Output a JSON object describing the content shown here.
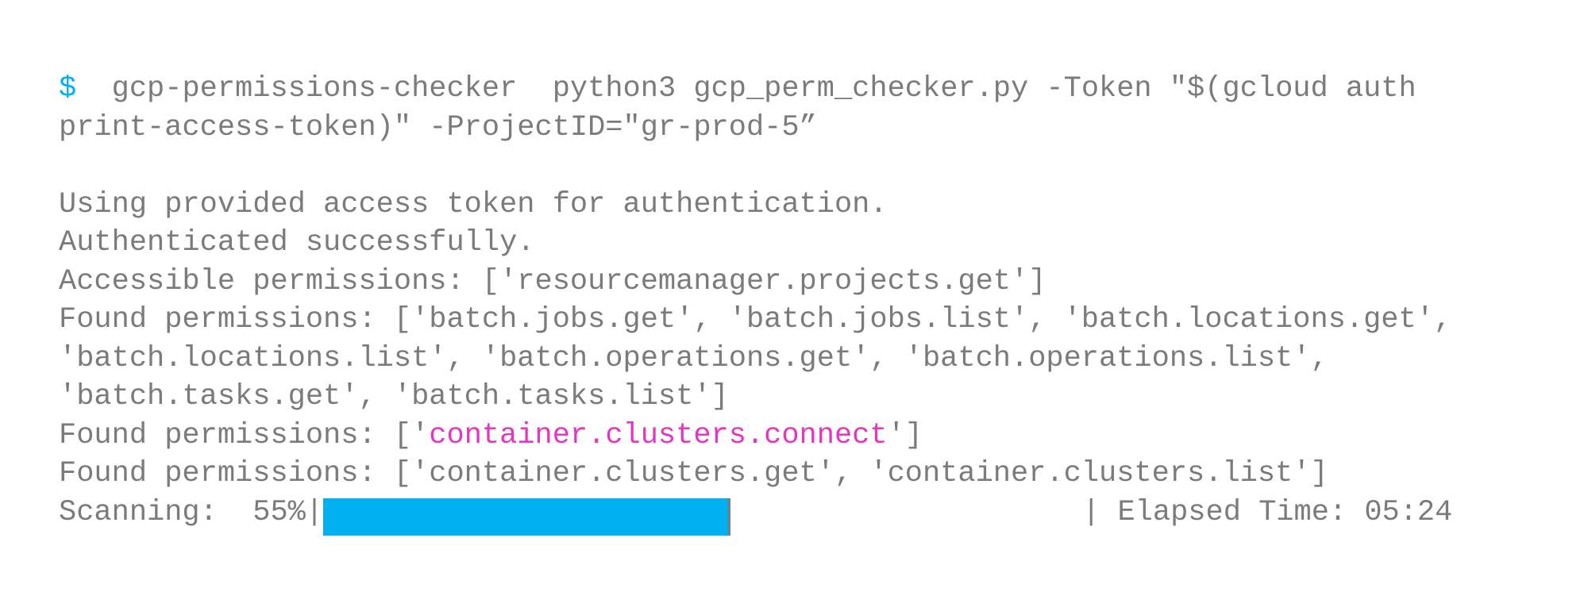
{
  "terminal": {
    "prompt_symbol": "$",
    "command_line_1": "  gcp-permissions-checker  python3 gcp_perm_checker.py -Token \"$(gcloud auth",
    "command_line_2": "print-access-token)\" -ProjectID=\"gr-prod-5”",
    "output": [
      "Using provided access token for authentication.",
      "Authenticated successfully.",
      "Accessible permissions: ['resourcemanager.projects.get']",
      "Found permissions: ['batch.jobs.get', 'batch.jobs.list', 'batch.locations.get',",
      "'batch.locations.list', 'batch.operations.get', 'batch.operations.list',",
      "'batch.tasks.get', 'batch.tasks.list']"
    ],
    "highlight_line": {
      "prefix": "Found permissions: ['",
      "highlight": "container.clusters.connect",
      "suffix": "']"
    },
    "last_found": "Found permissions: ['container.clusters.get', 'container.clusters.list']",
    "progress": {
      "label": "Scanning:  55%|",
      "percent": 55,
      "suffix": "| Elapsed Time: 05:24"
    },
    "colors": {
      "text": "#7b7b7b",
      "prompt": "#00b0f0",
      "highlight": "#e535c3",
      "bar": "#00b0f0"
    }
  }
}
